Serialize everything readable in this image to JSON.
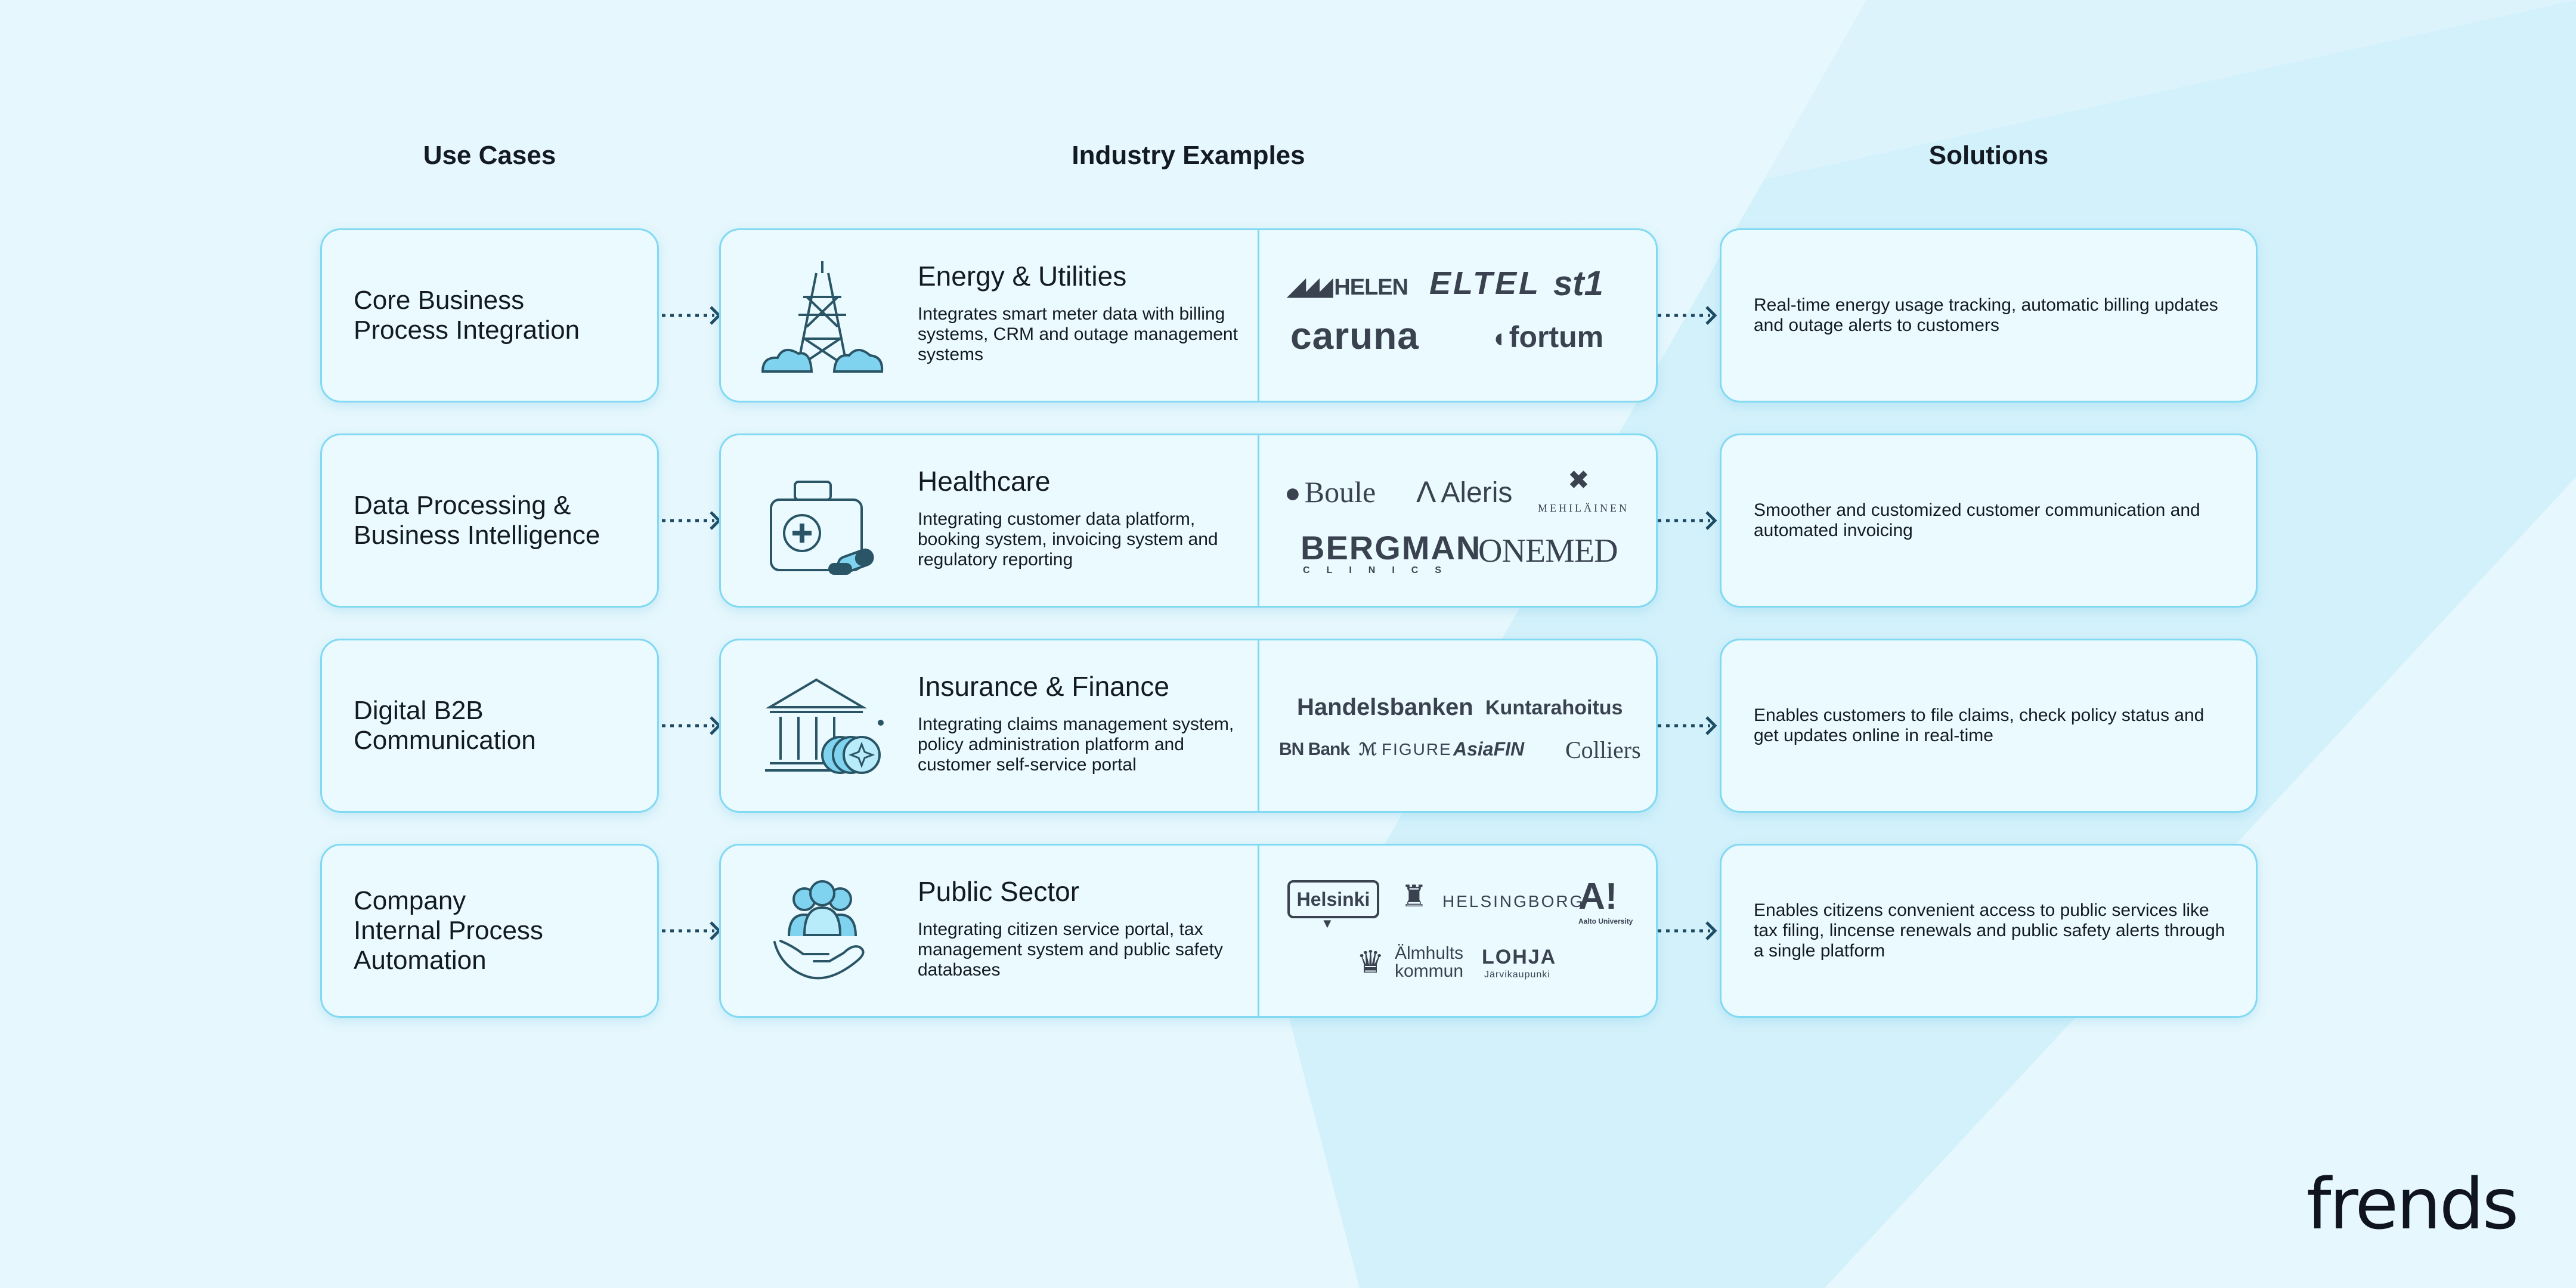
{
  "headers": {
    "use_cases": "Use Cases",
    "industry_examples": "Industry Examples",
    "solutions": "Solutions"
  },
  "rows": [
    {
      "use_case": "Core Business\nProcess Integration",
      "industry": {
        "icon": "power-tower-icon",
        "title": "Energy & Utilities",
        "description": "Integrates smart meter data with billing systems, CRM and outage management systems",
        "logos": [
          "HELEN",
          "ELTEL",
          "st1",
          "caruna",
          "fortum"
        ]
      },
      "solution": "Real-time energy usage tracking, automatic billing updates and outage alerts to customers"
    },
    {
      "use_case": "Data Processing &\nBusiness Intelligence",
      "industry": {
        "icon": "medical-kit-icon",
        "title": "Healthcare",
        "description": "Integrating customer data platform, booking system, invoicing system and regulatory reporting",
        "logos": [
          "Boule",
          "Aleris",
          "MEHILÄINEN",
          "BERGMAN",
          "CLINICS",
          "ONEMED"
        ]
      },
      "solution": "Smoother and customized customer communication and automated invoicing"
    },
    {
      "use_case": "Digital B2B\nCommunication",
      "industry": {
        "icon": "bank-coins-icon",
        "title": "Insurance & Finance",
        "description": "Integrating claims management system, policy administration platform and customer self-service portal",
        "logos": [
          "Handelsbanken",
          "Kuntarahoitus",
          "BN Bank",
          "FIGURE",
          "AsiaFIN",
          "Colliers"
        ]
      },
      "solution": "Enables customers to file claims, check policy status and get updates online in real-time"
    },
    {
      "use_case": "Company\nInternal Process\nAutomation",
      "industry": {
        "icon": "people-hand-icon",
        "title": "Public Sector",
        "description": "Integrating citizen service portal, tax management system and public safety databases",
        "logos": [
          "Helsinki",
          "HELSINGBORG",
          "A!",
          "Aalto University",
          "Älmhults",
          "kommun",
          "LOHJA",
          "Järvikaupunki"
        ]
      },
      "solution": "Enables citizens convenient access to public services like tax filing, lincense renewals and public safety alerts through a single platform"
    }
  ],
  "brand": "frends",
  "colors": {
    "background": "#e6f7fd",
    "card_border": "#82d9f2",
    "icon_stroke": "#2a5566",
    "icon_fill": "#7fd3ee",
    "arrow": "#1d4a63"
  }
}
